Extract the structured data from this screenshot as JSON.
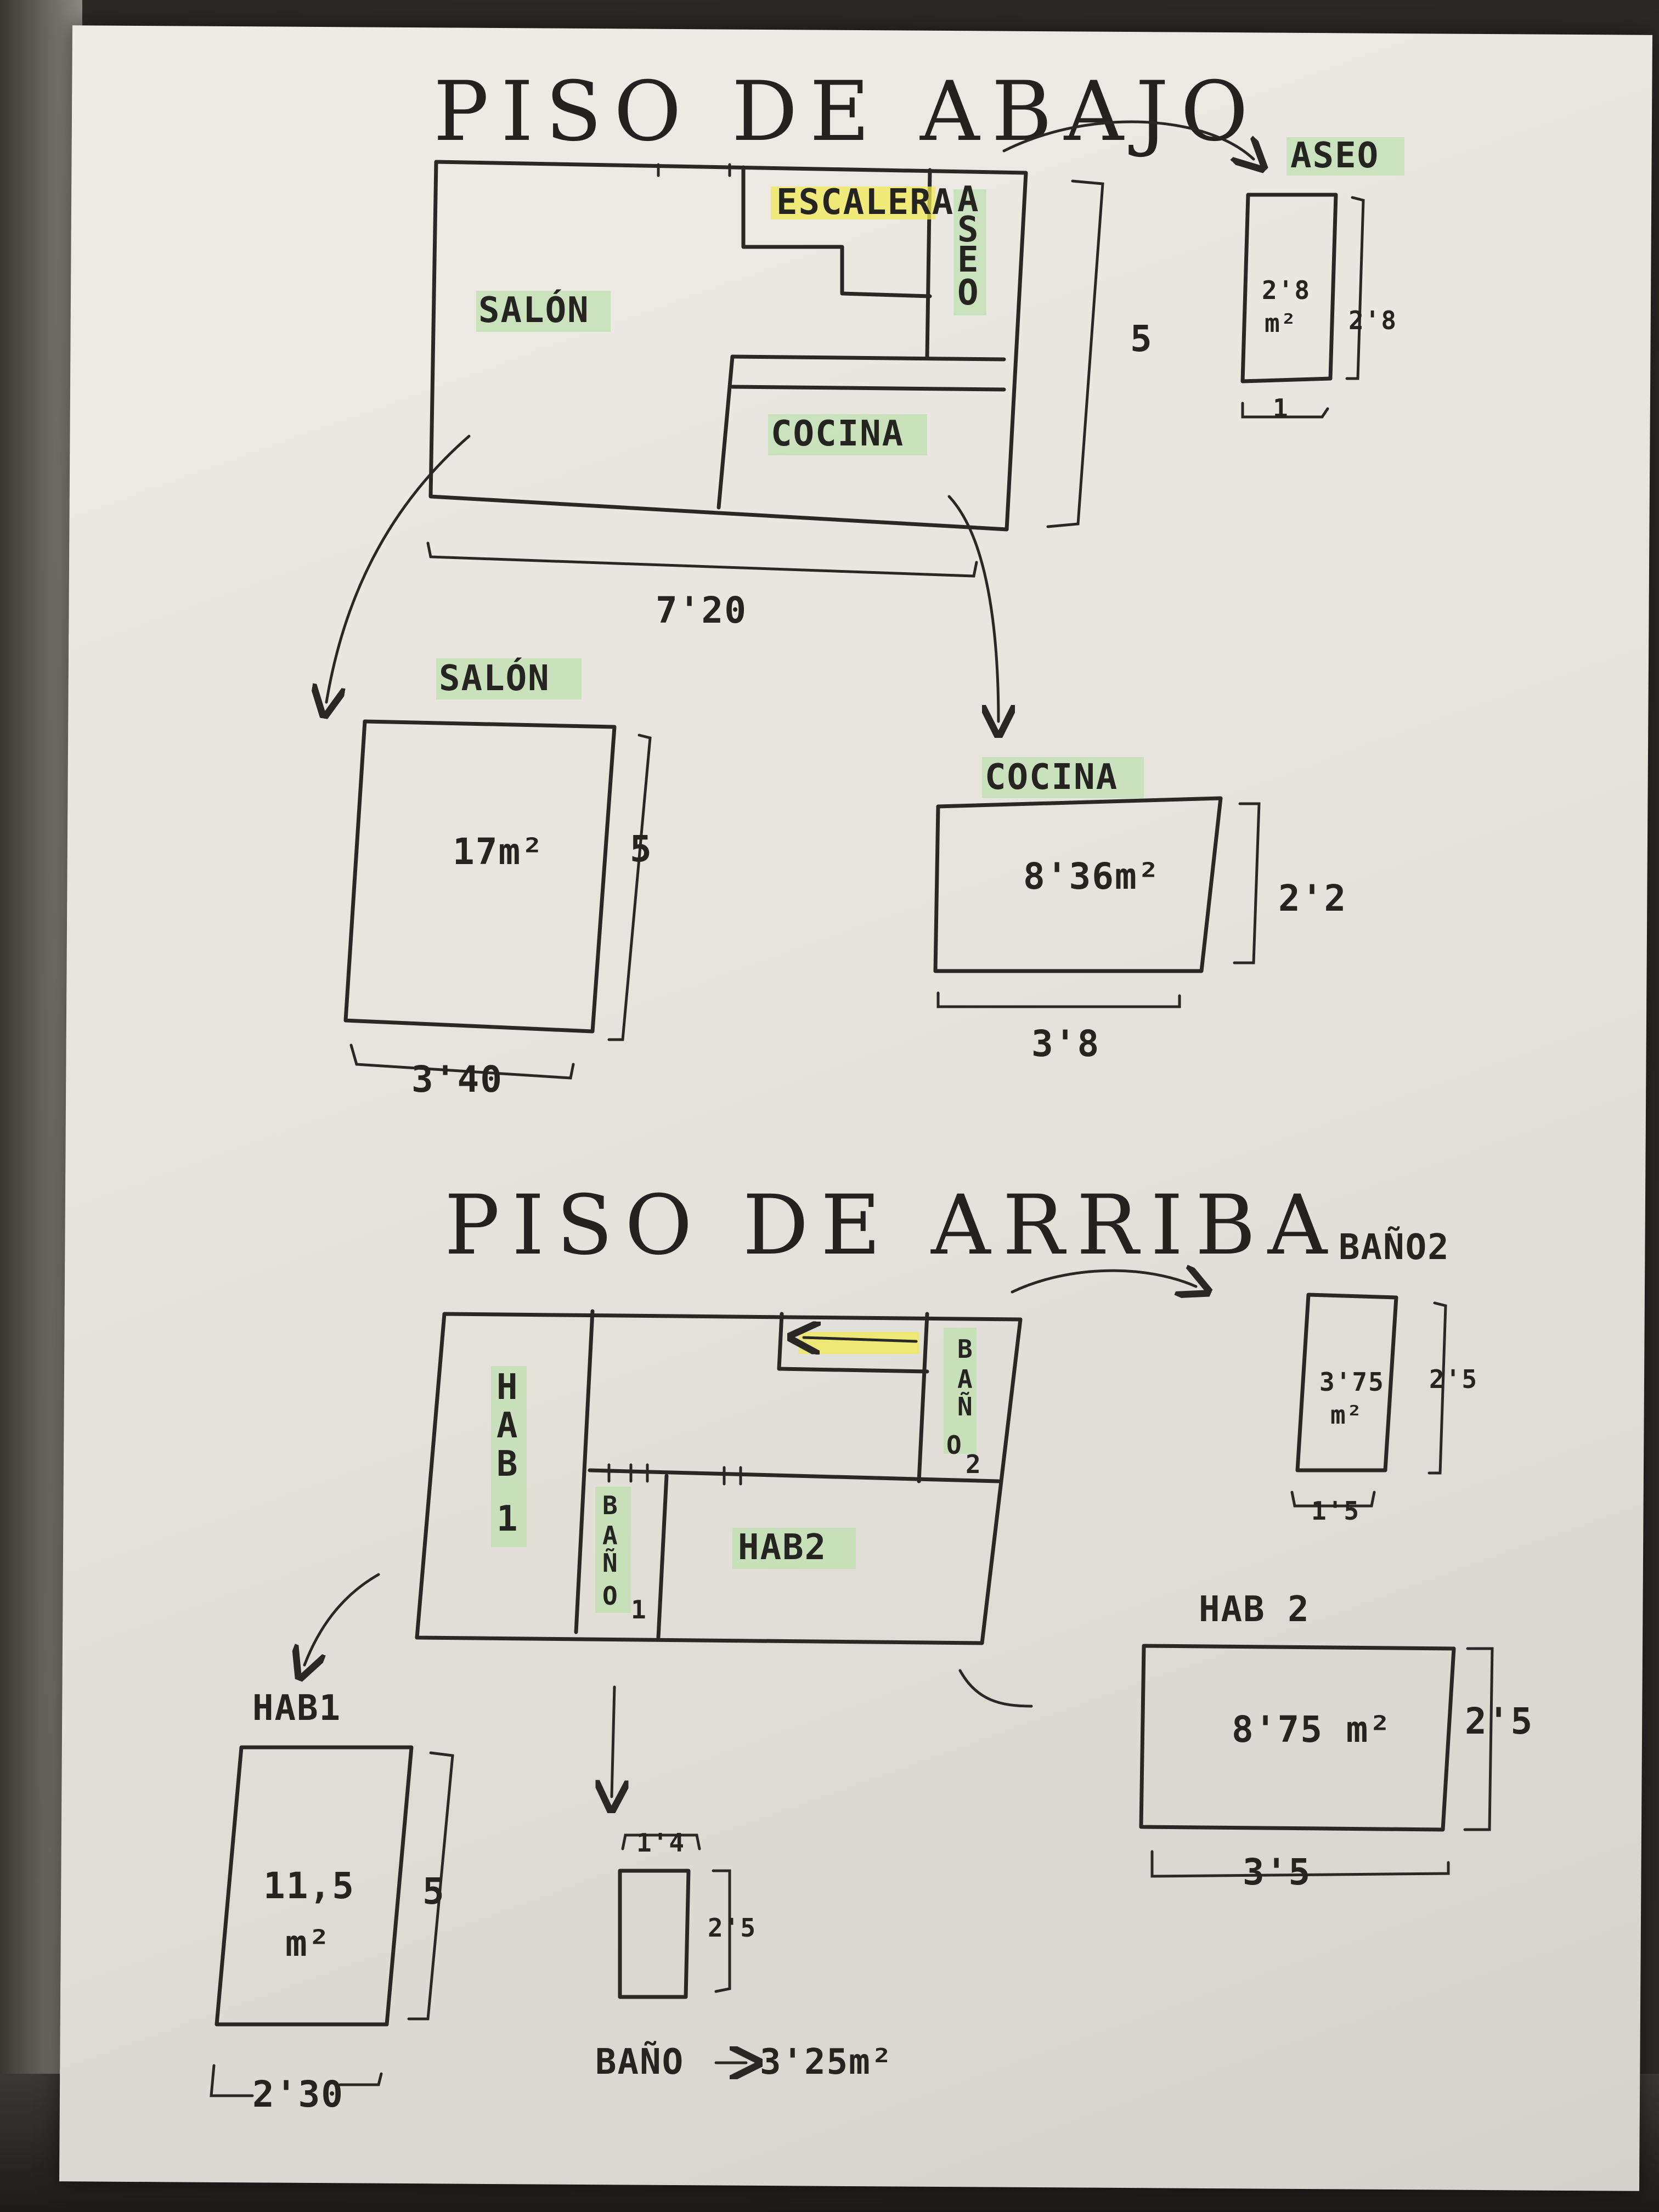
{
  "floors": [
    {
      "title": "PISO DE ABAJO",
      "plan_labels": {
        "escalera": "ESCALERA",
        "aseo_letters": [
          "A",
          "S",
          "E",
          "O"
        ],
        "salon": "SALÓN",
        "cocina": "COCINA",
        "height_dim": "5",
        "width_dim": "7'20"
      },
      "rooms": [
        {
          "name": "ASEO",
          "area": "2'8",
          "area_unit": "m²",
          "side_dim": "2'8",
          "bottom_dim": "1"
        },
        {
          "name": "SALÓN",
          "area": "17m²",
          "side_dim": "5",
          "bottom_dim": "3'40"
        },
        {
          "name": "COCINA",
          "area": "8'36m²",
          "side_dim": "2'2",
          "bottom_dim": "3'8"
        }
      ]
    },
    {
      "title": "PISO DE ARRIBA",
      "plan_labels": {
        "hab1_letters": [
          "H",
          "A",
          "B",
          "1"
        ],
        "bano1_letters": [
          "B",
          "A",
          "Ñ",
          "O"
        ],
        "bano1_sub": "1",
        "bano2_letters": [
          "B",
          "A",
          "Ñ",
          "O"
        ],
        "bano2_sub": "2",
        "hab2": "HAB2"
      },
      "rooms": [
        {
          "name": "BAÑO2",
          "area": "3'75",
          "area_unit": "m²",
          "side_dim": "2'5",
          "bottom_dim": "1'5"
        },
        {
          "name": "HAB 2",
          "area": "8'75 m²",
          "side_dim": "2'5",
          "bottom_dim": "3'5"
        },
        {
          "name": "HAB1",
          "area": "11,5",
          "area_unit": "m²",
          "side_dim": "5",
          "bottom_dim": "2'30"
        },
        {
          "top_dim": "1'4",
          "side_dim": "2'5",
          "caption_left": "BAÑO",
          "caption_right": "3'25m²"
        }
      ]
    }
  ],
  "colors": {
    "ink": "#262421",
    "highlight_green": "#bfe0b0",
    "highlight_yellow": "#f0ea55",
    "paper": "#ebe8e1"
  }
}
